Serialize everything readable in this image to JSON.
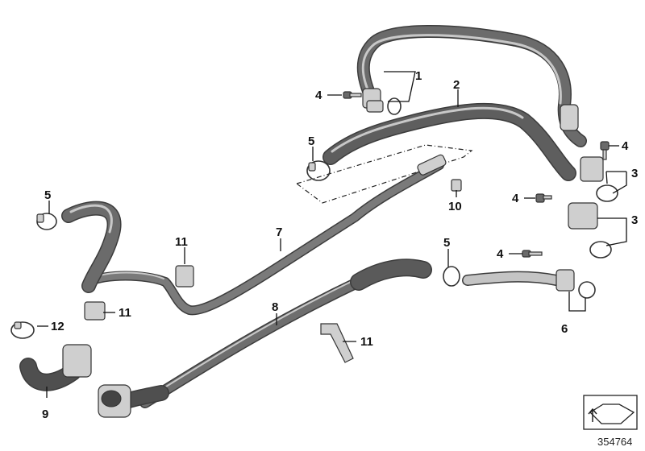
{
  "diagram": {
    "callouts": {
      "c1": "1",
      "c2": "2",
      "c3a": "3",
      "c3b": "3",
      "c4a": "4",
      "c4b": "4",
      "c4c": "4",
      "c4d": "4",
      "c5a": "5",
      "c5b": "5",
      "c5c": "5",
      "c6": "6",
      "c7": "7",
      "c8": "8",
      "c9": "9",
      "c10": "10",
      "c11a": "11",
      "c11b": "11",
      "c11c": "11",
      "c12": "12"
    },
    "reference_number": "354764"
  }
}
